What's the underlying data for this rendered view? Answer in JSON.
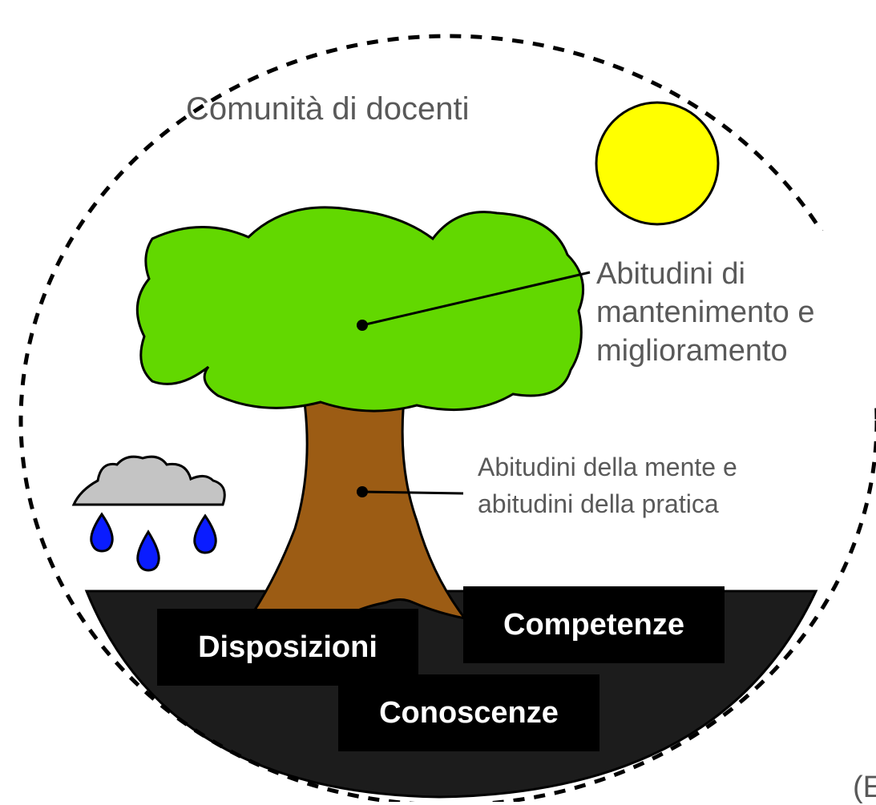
{
  "labels": {
    "community": "Comunità di docenti",
    "crown_line1": "Abitudini di",
    "crown_line2": "mantenimento e",
    "crown_line3": "miglioramento",
    "trunk_line1": "Abitudini della mente e",
    "trunk_line2": "abitudini della pratica"
  },
  "roots": {
    "dispositions": "Disposizioni",
    "competences": "Competenze",
    "knowledge": "Conoscenze"
  },
  "corner_text": "(E",
  "colors": {
    "crown": "#62d800",
    "trunk": "#9c5c14",
    "ground": "#1c1c1c",
    "sun": "#ffff00",
    "cloud": "#c4c4c4",
    "rain": "#0a1cff",
    "label_text": "#595959"
  }
}
